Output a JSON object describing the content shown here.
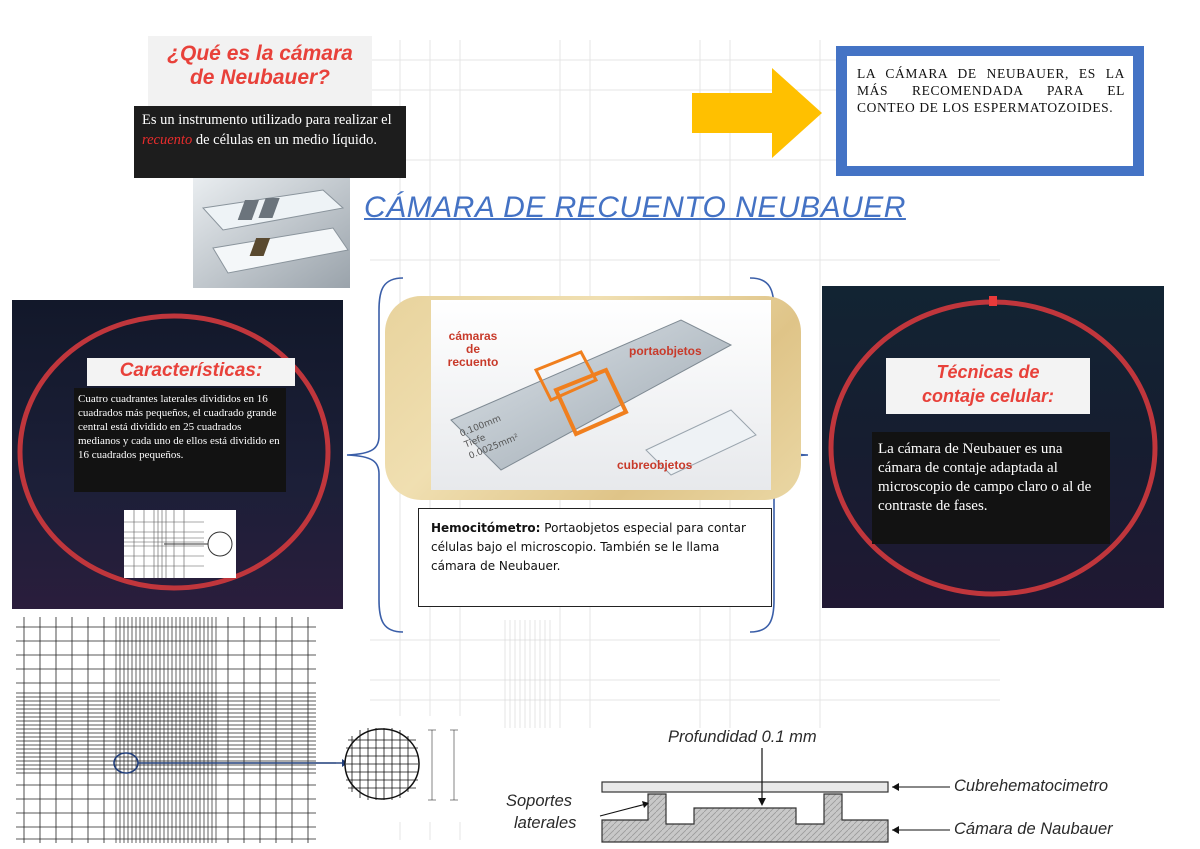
{
  "question_card": {
    "title_line1": "¿Qué es la cámara",
    "title_line2": "de Neubauer?",
    "desc_before": "Es un instrumento utilizado para realizar el ",
    "desc_highlight": "recuento",
    "desc_after": " de células en un medio líquido."
  },
  "callout": {
    "text": "LA CÁMARA DE NEUBAUER, ES LA MÁS RECOMENDADA PARA EL CONTEO DE LOS ESPERMATOZOIDES."
  },
  "main_title": "CÁMARA DE RECUENTO NEUBAUER",
  "left_panel": {
    "subtitle": "Características:",
    "text": "Cuatro cuadrantes laterales divididos en 16 cuadrados más pequeños, el cuadrado grande central está dividido en 25 cuadrados medianos y cada uno de ellos está dividido en 16 cuadrados pequeños."
  },
  "center_photo": {
    "label_chambers_1": "cámaras",
    "label_chambers_2": "de",
    "label_chambers_3": "recuento",
    "label_slide": "portaobjetos",
    "label_cover": "cubreobjetos"
  },
  "hemo_box": {
    "term": "Hemocitómetro:",
    "definition": " Portaobjetos especial para contar células bajo el microscopio. También se le llama cámara de Neubauer."
  },
  "right_panel": {
    "subtitle_line1": "Técnicas de",
    "subtitle_line2": "contaje celular:",
    "text": "La cámara de Neubauer es una cámara de contaje adaptada al microscopio de campo claro o al de contraste de fases."
  },
  "diagram": {
    "depth_label": "Profundidad 0.1 mm",
    "supports_line1": "Soportes",
    "supports_line2": "laterales",
    "cover_label": "Cubrehematocimetro",
    "chamber_label": "Cámara de Naubauer"
  },
  "colors": {
    "accent_red": "#e8413a",
    "title_blue": "#4472c4",
    "arrow_yellow": "#ffc000"
  }
}
